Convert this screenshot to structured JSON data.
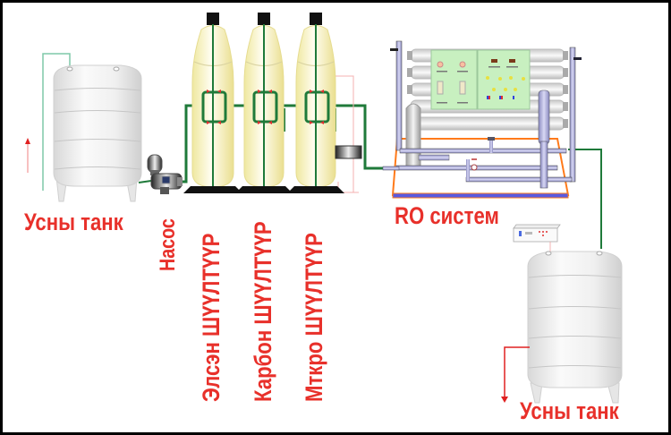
{
  "diagram": {
    "title": "Water treatment flow",
    "labels": {
      "raw_tank": "Усны  танк",
      "pump": "Насос",
      "sand_filter": "Элсэн  шүүлтүүр",
      "carbon_filter": "Карбон  шүүлтүүр",
      "micro_filter": "Мткро  шүүлтүүр",
      "ro_system": "RO  систем",
      "product_tank": "Усны  танк"
    },
    "label_display": {
      "sand_filter": "Элсэн  ШҮҮЛТҮҮР",
      "carbon_filter": "Карбон  ШҮҮЛТҮҮР",
      "micro_filter": "Мткро  ШҮҮЛТҮҮР"
    },
    "colors": {
      "label": "#e8302a",
      "pipe": "#1f7a3a",
      "filter_body": "#f7f2b8",
      "ro_frame": "#ff7a1a",
      "ro_base": "#5a5ae0",
      "ro_panel": "#c8f0c0",
      "ro_piping": "#a8a8d8"
    },
    "components": [
      {
        "id": "raw-tank",
        "name": "Raw water tank"
      },
      {
        "id": "pump",
        "name": "Pump"
      },
      {
        "id": "sand-filter",
        "name": "Sand filter"
      },
      {
        "id": "carbon-filter",
        "name": "Carbon filter"
      },
      {
        "id": "micro-filter",
        "name": "Micro filter"
      },
      {
        "id": "ro-system",
        "name": "RO system"
      },
      {
        "id": "uv-controller",
        "name": "Controller"
      },
      {
        "id": "product-tank",
        "name": "Product water tank"
      }
    ]
  }
}
